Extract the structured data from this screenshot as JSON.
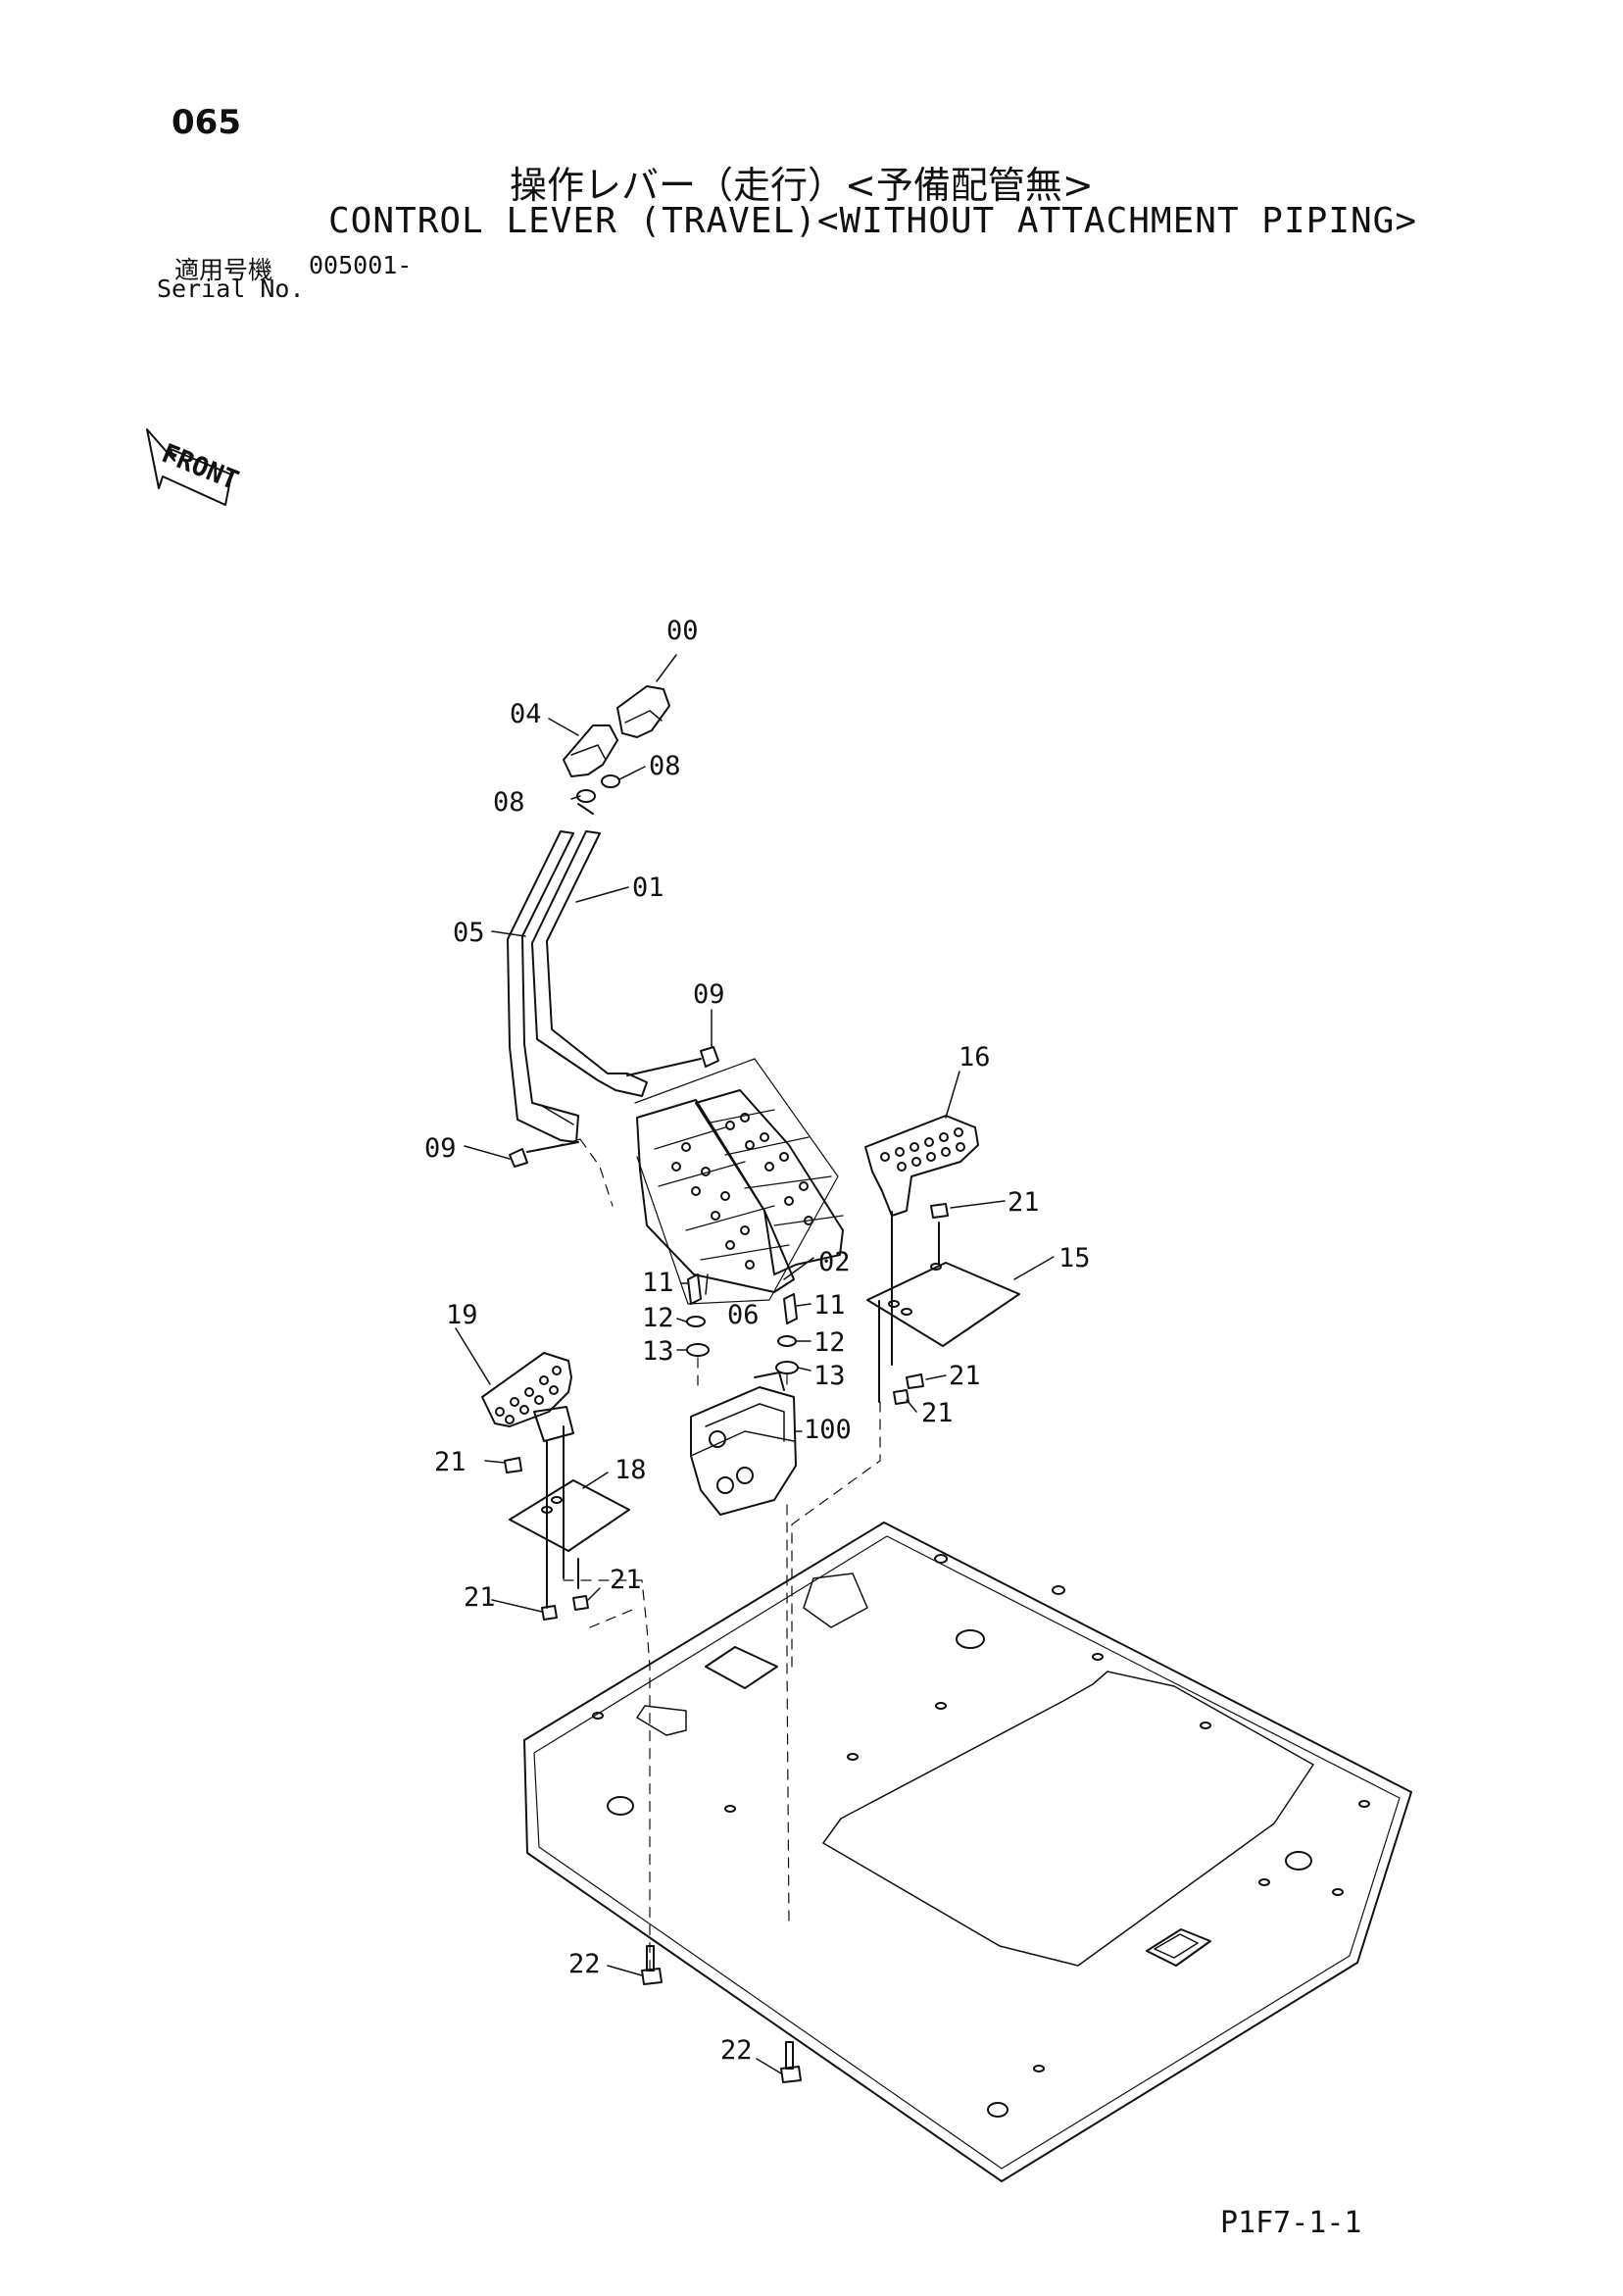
{
  "header": {
    "page_number": "065",
    "title_ja": "操作レバー（走行）<予備配管無>",
    "title_en": "CONTROL LEVER (TRAVEL)<WITHOUT ATTACHMENT PIPING>",
    "serial_label_ja": "適用号機",
    "serial_value": "005001-",
    "serial_label_en": "Serial No."
  },
  "front_arrow_label": "FRONT",
  "callouts": {
    "c00": "00",
    "c04": "04",
    "c08a": "08",
    "c08b": "08",
    "c01": "01",
    "c05": "05",
    "c09a": "09",
    "c09b": "09",
    "c16": "16",
    "c21a": "21",
    "c15": "15",
    "c02": "02",
    "c11a": "11",
    "c06": "06",
    "c11b": "11",
    "c12a": "12",
    "c12b": "12",
    "c13a": "13",
    "c13b": "13",
    "c19": "19",
    "c21b": "21",
    "c21c": "21",
    "c100": "100",
    "c21d": "21",
    "c18": "18",
    "c21e": "21",
    "c21f": "21",
    "c22a": "22",
    "c22b": "22"
  },
  "footer": {
    "page_code": "P1F7-1-1"
  }
}
